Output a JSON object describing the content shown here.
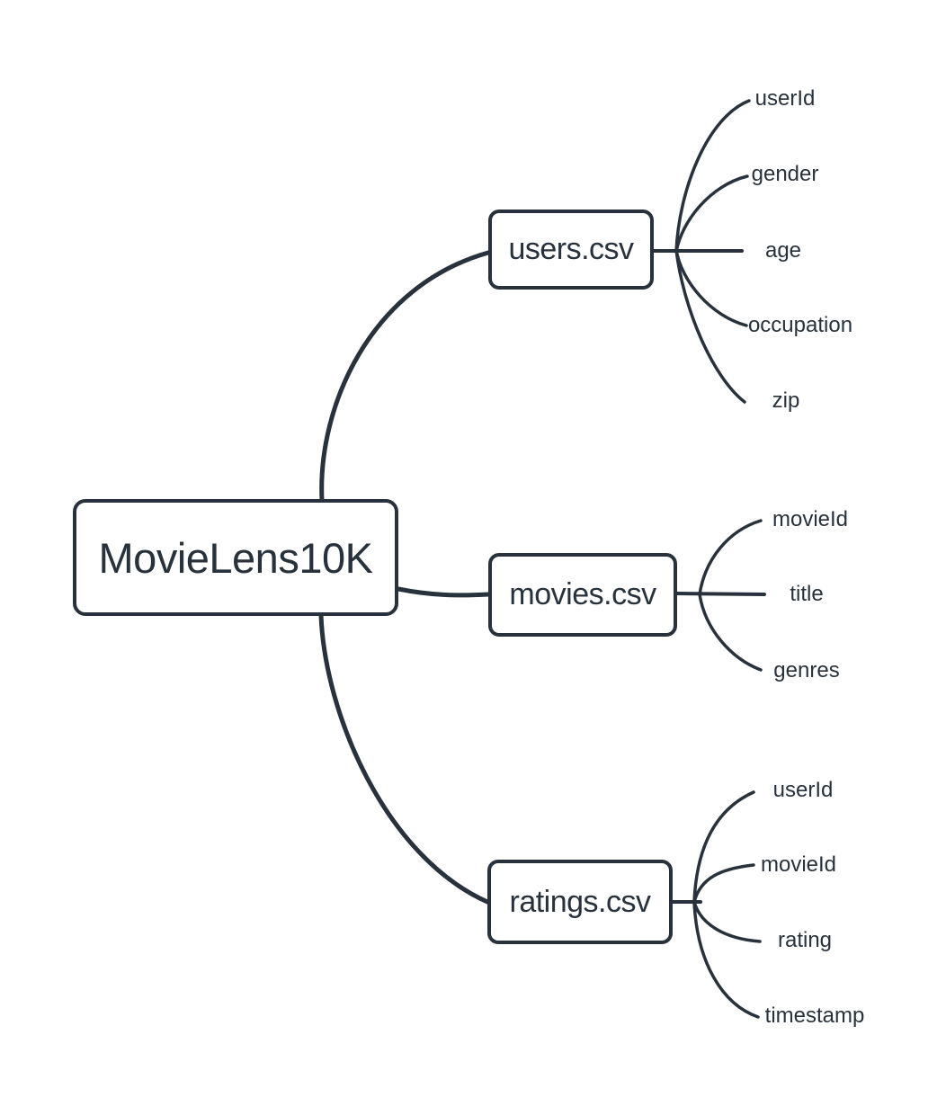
{
  "diagram": {
    "type": "mindmap",
    "ink_color": "#28323c",
    "background_color": "#ffffff",
    "root": {
      "label": "MovieLens10K"
    },
    "branches": [
      {
        "label": "users.csv",
        "leaves": [
          "userId",
          "gender",
          "age",
          "occupation",
          "zip"
        ]
      },
      {
        "label": "movies.csv",
        "leaves": [
          "movieId",
          "title",
          "genres"
        ]
      },
      {
        "label": "ratings.csv",
        "leaves": [
          "userId",
          "movieId",
          "rating",
          "timestamp"
        ]
      }
    ]
  }
}
